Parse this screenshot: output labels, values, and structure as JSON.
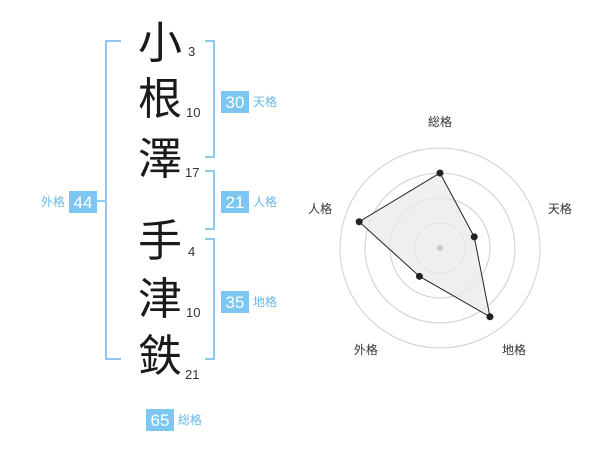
{
  "name": {
    "characters": [
      {
        "char": "小",
        "strokes": "3"
      },
      {
        "char": "根",
        "strokes": "10"
      },
      {
        "char": "澤",
        "strokes": "17"
      },
      {
        "char": "手",
        "strokes": "4"
      },
      {
        "char": "津",
        "strokes": "10"
      },
      {
        "char": "鉄",
        "strokes": "21"
      }
    ]
  },
  "kaku": {
    "tenkaku": {
      "label": "天格",
      "value": "30"
    },
    "jinkaku": {
      "label": "人格",
      "value": "21"
    },
    "chikaku": {
      "label": "地格",
      "value": "35"
    },
    "gaikaku": {
      "label": "外格",
      "value": "44"
    },
    "soukaku": {
      "label": "総格",
      "value": "65"
    }
  },
  "colors": {
    "accent": "#7ec6f2",
    "accent_text": "#68b8ea",
    "bracket": "#8fcbf0",
    "radar_fill": "#e9e9e9",
    "radar_line": "#222222",
    "grid": "#cfcfcf"
  },
  "chart_data": {
    "type": "radar",
    "axes": [
      "総格",
      "天格",
      "地格",
      "外格",
      "人格"
    ],
    "values": [
      0.75,
      0.36,
      0.85,
      0.35,
      0.85
    ],
    "max": 1
  }
}
